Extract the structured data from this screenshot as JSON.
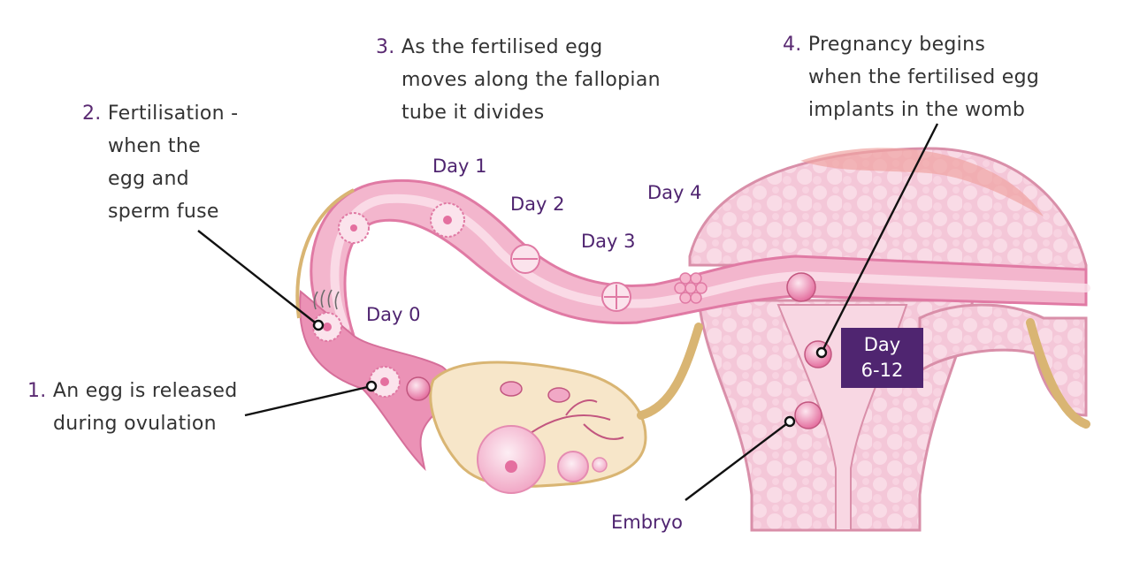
{
  "labels": {
    "step1": {
      "number": "1.",
      "lines": [
        "An egg is released",
        "during ovulation"
      ]
    },
    "step2": {
      "number": "2.",
      "lines": [
        "Fertilisation -",
        "when the",
        "egg and",
        "sperm fuse"
      ]
    },
    "step3": {
      "number": "3.",
      "lines": [
        "As the fertilised egg",
        "moves along the fallopian",
        "tube it divides"
      ]
    },
    "step4": {
      "number": "4.",
      "lines": [
        "Pregnancy begins",
        "when the fertilised egg",
        "implants in the womb"
      ]
    }
  },
  "days": {
    "day0": "Day 0",
    "day1": "Day 1",
    "day2": "Day 2",
    "day3": "Day 3",
    "day4": "Day 4"
  },
  "badge": {
    "line1": "Day",
    "line2": "6-12"
  },
  "embryo": "Embryo",
  "colors": {
    "accent": "#4f2570",
    "tissue": "#f2bfd3",
    "tissue_dark": "#e58bb1",
    "tube": "#ee9fc2",
    "ovary": "#f7e6c9",
    "ligament": "#d9b573"
  }
}
